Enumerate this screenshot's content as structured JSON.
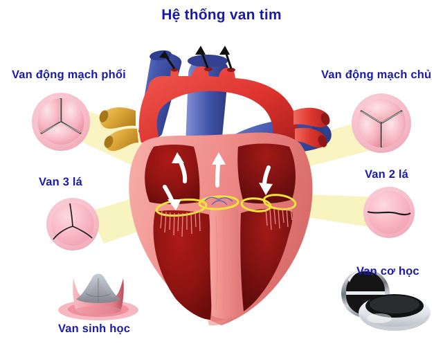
{
  "page": {
    "title": "Hệ thống van tim",
    "language": "vi",
    "background": "#ffffff",
    "label_color": "#1a1aa8"
  },
  "labels": {
    "pulmonary_valve": "Van động mạch phổi",
    "aortic_valve": "Van động mạch chủ",
    "tricuspid_valve": "Van 3 lá",
    "mitral_valve": "Van 2 lá",
    "bioprosthetic_valve": "Van sinh học",
    "mechanical_valve": "Van cơ học"
  },
  "diagram": {
    "type": "anatomical-illustration",
    "subject": "human heart cross-section with four valves",
    "callout_beam_color": "#f7f0a8",
    "colors": {
      "oxygenated_blood": "#e03a34",
      "deoxygenated_blood": "#3f51a8",
      "myocardium": "#f2908e",
      "chamber_cavity": "#9e1414",
      "valve_ring": "#f2e33a",
      "valve_leaflet_pink": "#f7b9c4",
      "pulmonary_vein_gold": "#e3aa3b",
      "flow_arrow": "#ffffff",
      "outflow_arrow": "#111111",
      "mechanical_disc": "#111111",
      "mechanical_ring": "#d8dbe0",
      "bioprosthetic_frame": "#f19aa6",
      "bioprosthetic_leaflet": "#9aa3ae"
    },
    "valve_icons": [
      {
        "name": "pulmonary-valve-icon",
        "leaflets": 3,
        "state": "open",
        "orientation": "inverted-y"
      },
      {
        "name": "aortic-valve-icon",
        "leaflets": 3,
        "state": "open",
        "orientation": "upright-y"
      },
      {
        "name": "tricuspid-valve-icon",
        "leaflets": 3,
        "state": "closed",
        "orientation": "curved-y"
      },
      {
        "name": "mitral-valve-icon",
        "leaflets": 2,
        "state": "closed",
        "orientation": "horizontal-line"
      }
    ],
    "flow_arrows": 4,
    "outflow_arrows": 3
  }
}
